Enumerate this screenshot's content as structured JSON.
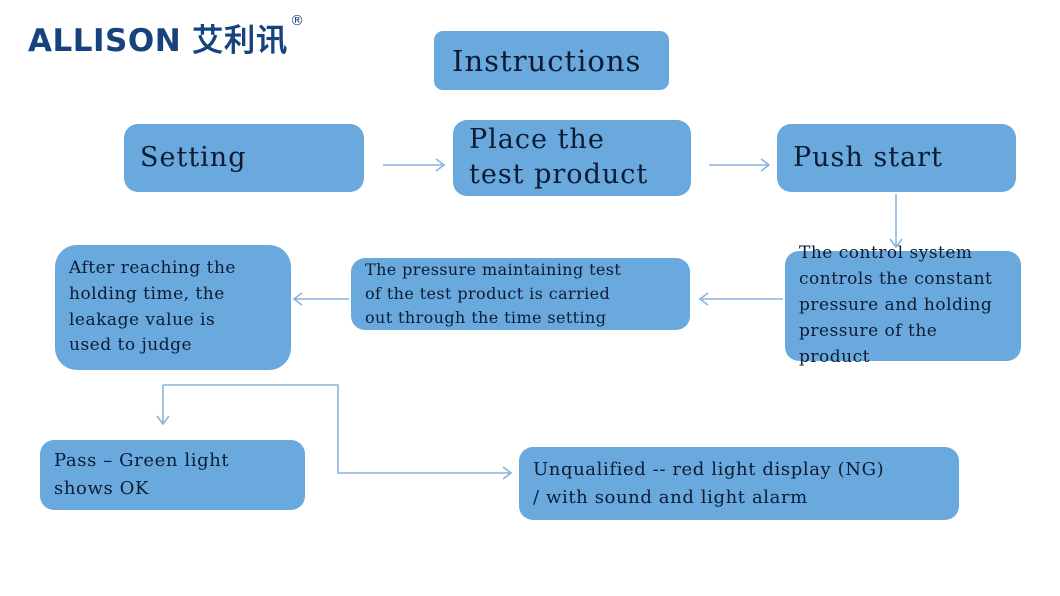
{
  "page": {
    "background": "#ffffff",
    "box_fill": "#69a9dd",
    "text_color": "#0d1b33",
    "connector_color": "#8ab4dd",
    "brand_color": "#16437e"
  },
  "logo": {
    "wordmark": "ALLISON",
    "chinese": "艾利讯",
    "registered": "®"
  },
  "title": {
    "label": "Instructions"
  },
  "steps": [
    {
      "id": "setting",
      "label": "Setting"
    },
    {
      "id": "place",
      "label": "Place the\ntest product"
    },
    {
      "id": "push",
      "label": "Push start"
    }
  ],
  "process": [
    {
      "id": "control-system",
      "label": "The control system\ncontrols the constant\npressure and holding\npressure of the\nproduct"
    },
    {
      "id": "pressure-test",
      "label": "The pressure maintaining test\nof the test product is carried\nout through the time setting"
    },
    {
      "id": "judge",
      "label": "After reaching the\nholding time, the\nleakage value is\nused to judge"
    }
  ],
  "results": [
    {
      "id": "pass",
      "label": "Pass – Green light\nshows OK"
    },
    {
      "id": "fail",
      "label": "Unqualified -- red light display (NG)\n/ with sound and light alarm"
    }
  ],
  "connectors": [
    {
      "id": "setting-to-place",
      "direction": "right"
    },
    {
      "id": "place-to-push",
      "direction": "right"
    },
    {
      "id": "push-to-control",
      "direction": "down"
    },
    {
      "id": "control-to-pressure",
      "direction": "left"
    },
    {
      "id": "pressure-to-judge",
      "direction": "left"
    },
    {
      "id": "judge-to-pass",
      "direction": "down"
    },
    {
      "id": "judge-to-fail",
      "direction": "right"
    }
  ]
}
